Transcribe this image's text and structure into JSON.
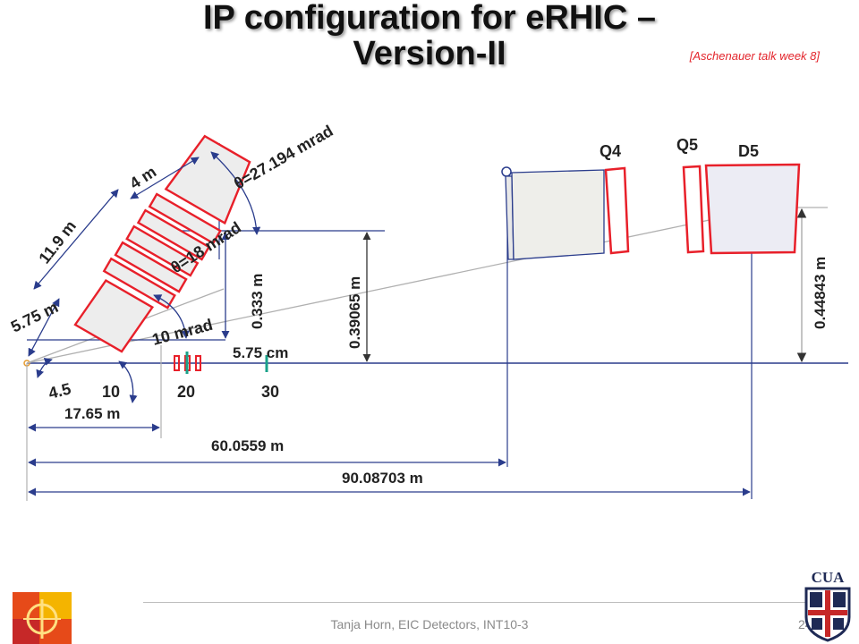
{
  "slide": {
    "title_line1": "IP configuration for eRHIC –",
    "title_line2": "Version-II",
    "citation": "[Aschenauer talk week 8]",
    "footer": "Tanja Horn, EIC Detectors, INT10-3",
    "slide_number": "24",
    "logo_right_text": "CUA"
  },
  "diagram": {
    "labels": {
      "q4": "Q4",
      "q5": "Q5",
      "d5": "D5",
      "angle_27": "θ=27.194 mrad",
      "angle_18": "θ=18 mrad",
      "angle_10": "10 mrad",
      "len_4m": "4 m",
      "len_11_9m": "11.9 m",
      "len_5_75m": "5.75 m",
      "len_4_5": "4.5",
      "dim_0_333": "0.333 m",
      "dim_0_39065": "0.39065 m",
      "dim_0_44843": "0.44843 m",
      "dim_5_75cm": "5.75 cm",
      "tick_10": "10",
      "tick_20": "20",
      "tick_30": "30",
      "dim_17_65": "17.65 m",
      "dim_60": "60.0559 m",
      "dim_90": "90.08703 m"
    },
    "colors": {
      "magnet_outline": "#e8202a",
      "beamline": "#2a3c8c",
      "guide_line": "#b0b0b0",
      "marker": "#1aa28a",
      "dot": "#e69a2e"
    }
  }
}
